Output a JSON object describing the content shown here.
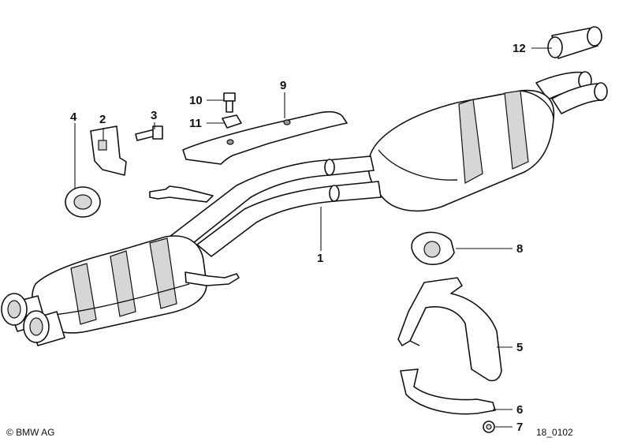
{
  "diagram": {
    "callouts": [
      {
        "id": "c1",
        "label": "1"
      },
      {
        "id": "c2",
        "label": "2"
      },
      {
        "id": "c3",
        "label": "3"
      },
      {
        "id": "c4",
        "label": "4"
      },
      {
        "id": "c5",
        "label": "5"
      },
      {
        "id": "c6",
        "label": "6"
      },
      {
        "id": "c7",
        "label": "7"
      },
      {
        "id": "c8",
        "label": "8"
      },
      {
        "id": "c9",
        "label": "9"
      },
      {
        "id": "c10",
        "label": "10"
      },
      {
        "id": "c11",
        "label": "11"
      },
      {
        "id": "c12",
        "label": "12"
      }
    ],
    "copyright": "© BMW AG",
    "diagram_code": "18_0102"
  }
}
